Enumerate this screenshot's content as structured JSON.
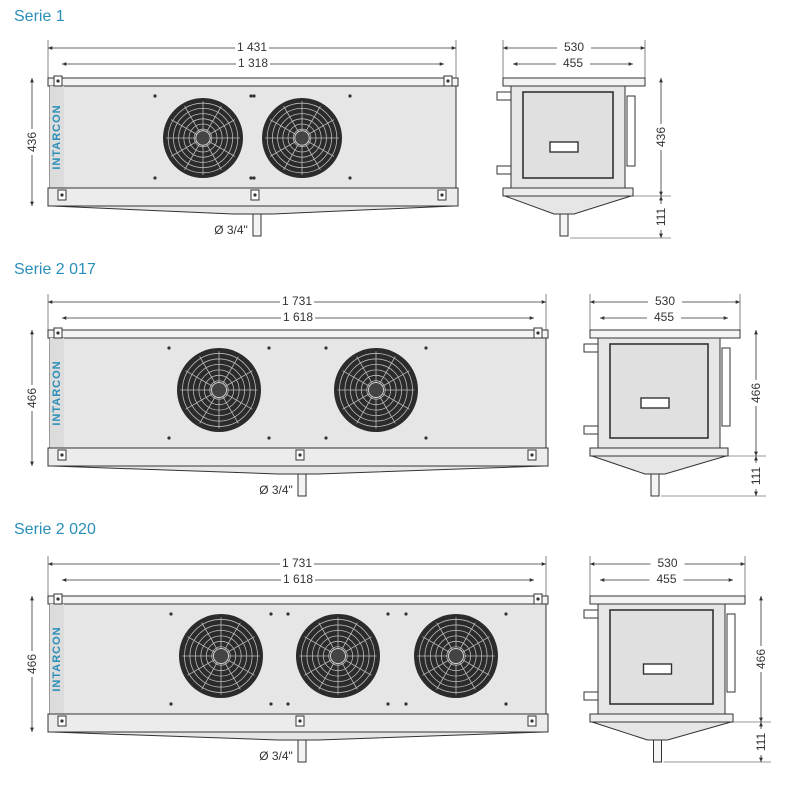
{
  "series": [
    {
      "title": "Serie 1",
      "front": {
        "overall_length": "1 431",
        "inner_length": "1 318",
        "height": "436",
        "drain": "Ø 3/4\"",
        "fans": 2
      },
      "side": {
        "overall_width": "530",
        "inner_width": "455",
        "height": "436",
        "drain_height": "111"
      }
    },
    {
      "title": "Serie 2 017",
      "front": {
        "overall_length": "1 731",
        "inner_length": "1 618",
        "height": "466",
        "drain": "Ø 3/4\"",
        "fans": 2
      },
      "side": {
        "overall_width": "530",
        "inner_width": "455",
        "height": "466",
        "drain_height": "111"
      }
    },
    {
      "title": "Serie 2 020",
      "front": {
        "overall_length": "1 731",
        "inner_length": "1 618",
        "height": "466",
        "drain": "Ø 3/4\"",
        "fans": 3
      },
      "side": {
        "overall_width": "530",
        "inner_width": "455",
        "height": "466",
        "drain_height": "111"
      }
    }
  ],
  "brand": "INTARCON",
  "colors": {
    "title": "#2a8fb8",
    "brand": "#2a8fb8",
    "body": "#e6e6e6",
    "line": "#333333"
  }
}
